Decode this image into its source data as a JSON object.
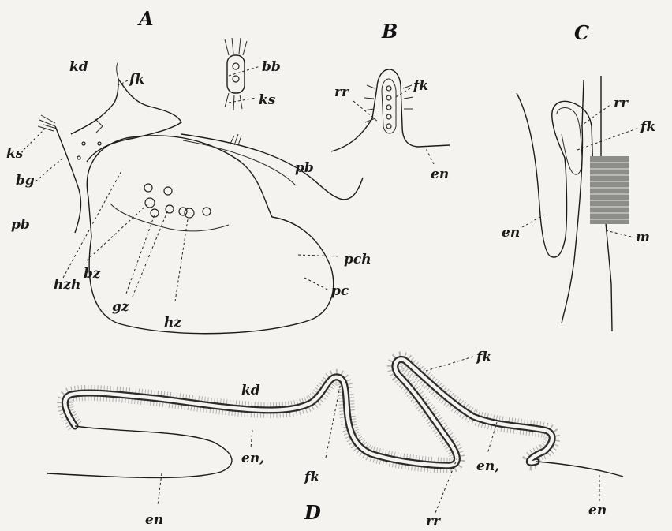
{
  "panels": {
    "A": "A",
    "B": "B",
    "C": "C",
    "D": "D"
  },
  "labels": {
    "a_kd": "kd",
    "a_fk": "fk",
    "a_bb": "bb",
    "a_ks_top": "ks",
    "a_ks_left": "ks",
    "a_bg": "bg",
    "a_pb_left": "pb",
    "a_pb_right": "pb",
    "a_hzh": "hzh",
    "a_bz": "bz",
    "a_gz": "gz",
    "a_hz": "hz",
    "a_pch": "pch",
    "a_pc": "pc",
    "b_rr": "rr",
    "b_fk": "fk",
    "b_en": "en",
    "c_rr": "rr",
    "c_fk": "fk",
    "c_en": "en",
    "c_m": "m",
    "d_kd": "kd",
    "d_fk_top": "fk",
    "d_fk_mid": "fk",
    "d_en1_left": "en,",
    "d_en1_right": "en,",
    "d_en_left": "en",
    "d_en_right": "en",
    "d_rr": "rr"
  }
}
